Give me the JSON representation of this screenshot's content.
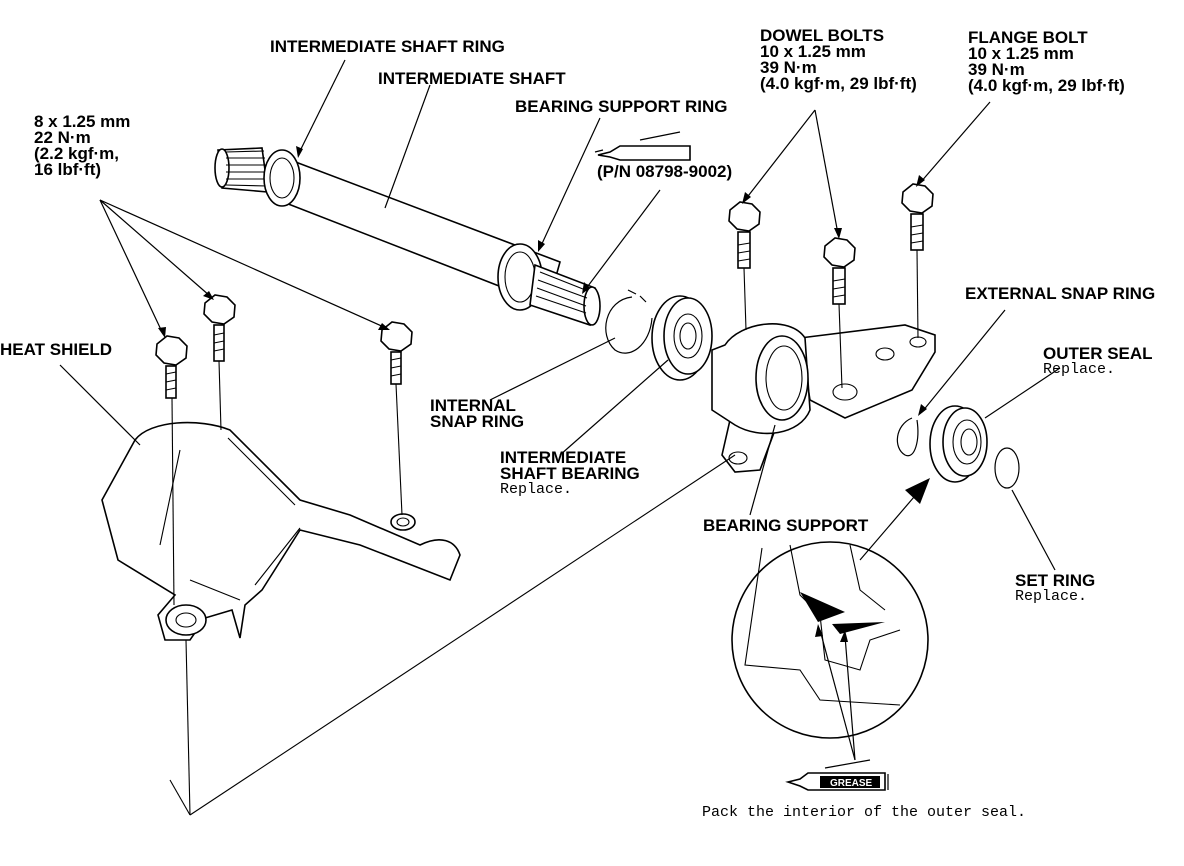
{
  "labels": {
    "intermediate_shaft_ring": "INTERMEDIATE SHAFT RING",
    "intermediate_shaft": "INTERMEDIATE SHAFT",
    "bearing_support_ring": "BEARING SUPPORT RING",
    "grease_pn": "(P/N 08798-9002)",
    "grease_tag": "GREASE",
    "heat_shield": "HEAT SHIELD",
    "internal_snap_ring": [
      "INTERNAL",
      "SNAP RING"
    ],
    "intermediate_shaft_bearing": [
      "INTERMEDIATE",
      "SHAFT BEARING"
    ],
    "bearing_support": "BEARING SUPPORT",
    "external_snap_ring": "EXTERNAL SNAP RING",
    "outer_seal": "OUTER SEAL",
    "set_ring": "SET RING",
    "replace_note": "Replace.",
    "caption": "Pack the interior of the outer seal."
  },
  "specs": {
    "heat_shield_bolts": [
      "8 x 1.25 mm",
      "22 N·m",
      "(2.2 kgf·m,",
      "16 lbf·ft)"
    ],
    "dowel_bolts": [
      "DOWEL BOLTS",
      "10 x 1.25 mm",
      "39 N·m",
      "(4.0 kgf·m, 29 lbf·ft)"
    ],
    "flange_bolt": [
      "FLANGE BOLT",
      "10 x 1.25 mm",
      "39 N·m",
      "(4.0 kgf·m, 29 lbf·ft)"
    ]
  }
}
